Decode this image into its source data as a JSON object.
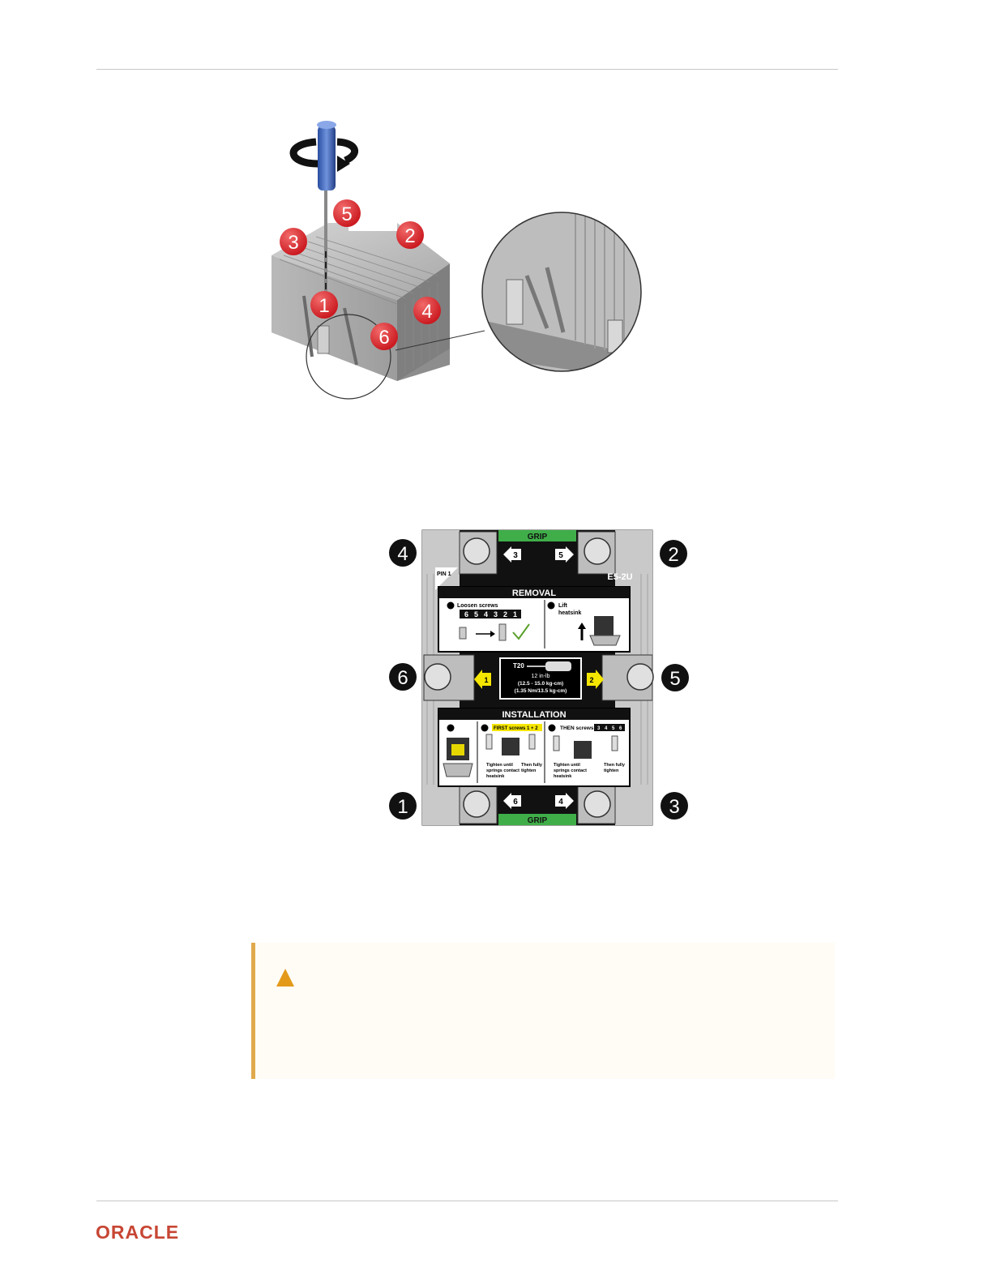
{
  "figure1": {
    "callouts": [
      "1",
      "2",
      "3",
      "4",
      "5",
      "6"
    ]
  },
  "figure2": {
    "grip_top": "GRIP",
    "grip_bottom": "GRIP",
    "model": "E5-2U",
    "pin_label": "PIN 1",
    "removal": {
      "title": "REMOVAL",
      "step1": "Loosen screws",
      "sequence": [
        "6",
        "5",
        "4",
        "3",
        "2",
        "1"
      ],
      "step2_line1": "Lift",
      "step2_line2": "heatsink"
    },
    "torque": {
      "tool": "T20",
      "value": "12 in-lb",
      "range1": "(12.5 - 15.0 kg-cm)",
      "range2": "(1.35 Nm/13.5 kg-cm)"
    },
    "installation": {
      "title": "INSTALLATION",
      "first": "FIRST screws 1 + 2",
      "then": "THEN screws",
      "then_seq": [
        "3",
        "4",
        "5",
        "6"
      ],
      "tighten_a_line1": "Tighten until",
      "tighten_a_line2": "springs contact",
      "tighten_a_line3": "heatsink",
      "fully_a_line1": "Then fully",
      "fully_a_line2": "tighten",
      "tighten_b_line1": "Tighten until",
      "tighten_b_line2": "springs contact",
      "tighten_b_line3": "heatsink",
      "fully_b_line1": "Then fully",
      "fully_b_line2": "tighten"
    },
    "arrows": {
      "top_left": "3",
      "top_right": "5",
      "mid_left": "1",
      "mid_right": "2",
      "bottom_left": "6",
      "bottom_right": "4"
    },
    "callouts": {
      "top_left": "4",
      "top_right": "2",
      "mid_left": "6",
      "mid_right": "5",
      "bottom_left": "1",
      "bottom_right": "3"
    }
  },
  "footer": {
    "logo": "ORACLE"
  },
  "colors": {
    "callout_red": "#d8232a",
    "grip_green": "#3fae49",
    "arrow_yellow": "#f5e600",
    "caution_border": "#e0a94c",
    "oracle_red": "#c74634"
  }
}
